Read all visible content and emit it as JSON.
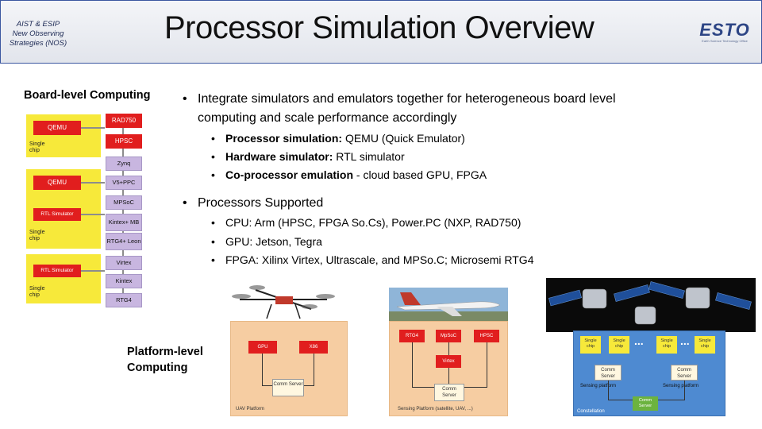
{
  "header": {
    "org_lines": [
      "AIST & ESIP",
      "New Observing",
      "Strategies (NOS)"
    ],
    "title": "Processor Simulation Overview",
    "logo_text": "ESTO",
    "logo_subtext": "Earth Science Technology Office"
  },
  "board": {
    "heading": "Board-level Computing",
    "diagram": {
      "yellow_labels": [
        "QEMU",
        "QEMU",
        "RTL Simulator",
        "RTL Simulator"
      ],
      "chip_labels": [
        "Single chip",
        "Single chip",
        "Single chip"
      ],
      "red_labels": [
        "RAD750",
        "HPSC"
      ],
      "purple_labels": [
        "Zynq",
        "V5+PPC",
        "MPSoC",
        "Kintex+ MB",
        "RTG4+ Leon",
        "Virtex",
        "Kintex",
        "RTG4"
      ]
    }
  },
  "bullets": {
    "main1_line1": "Integrate simulators and emulators together for heterogeneous board level",
    "main1_line2": "computing and scale performance accordingly",
    "sub1": [
      {
        "bold": "Processor simulation: ",
        "rest": "QEMU (Quick Emulator)"
      },
      {
        "bold": "Hardware simulator: ",
        "rest": "RTL simulator"
      },
      {
        "bold": "Co-processor emulation",
        "rest": " - cloud based GPU, FPGA"
      }
    ],
    "main2": "Processors Supported",
    "sub2": [
      "CPU: Arm (HPSC, FPGA So.Cs), Power.PC (NXP, RAD750)",
      "GPU: Jetson, Tegra",
      "FPGA: Xilinx Virtex, Ultrascale, and MPSo.C; Microsemi RTG4"
    ]
  },
  "platform": {
    "heading": "Platform-level Computing",
    "uav_panel": {
      "gpu": "GPU",
      "x86": "X86",
      "comm": "Comm Server",
      "caption": "UAV Platform"
    },
    "sensing_panel": {
      "rtg4": "RTG4",
      "mpsoc": "MpSoC",
      "hpsc": "HPSC",
      "virtex": "Virtex",
      "comm": "Comm Server",
      "caption": "Sensing Platform (satellite, UAV, ...)"
    },
    "constellation_panel": {
      "chips": [
        "Single chip",
        "Single chip",
        "Single chip",
        "Single chip"
      ],
      "comm_left": "Comm Server",
      "comm_right": "Comm Server",
      "sensing_left": "Sensing platform",
      "sensing_right": "Sensing platform",
      "comm_center": "Comm Server",
      "caption": "Constellation",
      "ellipsis": "..."
    }
  },
  "colors": {
    "accent_blue": "#3b57a0",
    "board_yellow": "#f7e93a",
    "board_red": "#e11e1e",
    "board_purple": "#c8b6e0",
    "panel_orange": "#f6cda2",
    "panel_blue": "#4e8ad1",
    "comm_green": "#6cb33f"
  }
}
